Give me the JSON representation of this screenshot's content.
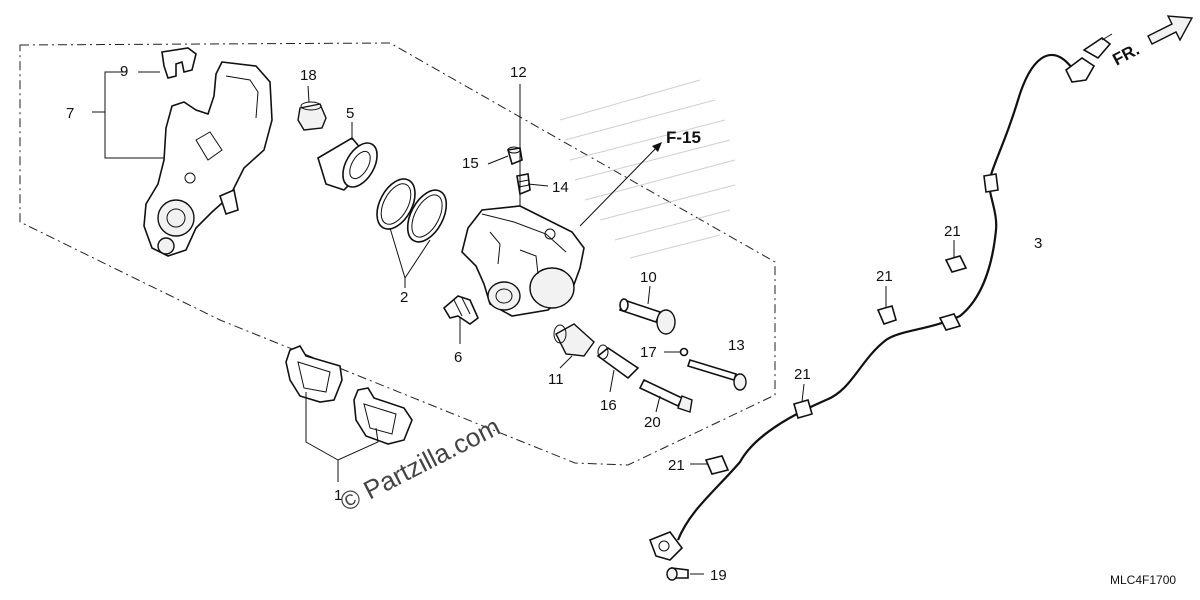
{
  "callouts": {
    "c1": "1",
    "c2": "2",
    "c3": "3",
    "c5": "5",
    "c6": "6",
    "c7": "7",
    "c9": "9",
    "c10": "10",
    "c11": "11",
    "c12": "12",
    "c13": "13",
    "c14": "14",
    "c15": "15",
    "c16": "16",
    "c17": "17",
    "c18": "18",
    "c19": "19",
    "c20": "20",
    "c21": "21"
  },
  "ref_f15": "F-15",
  "fr_label": "FR.",
  "watermark": "© Partzilla.com",
  "diagram_code": "MLC4F1700"
}
